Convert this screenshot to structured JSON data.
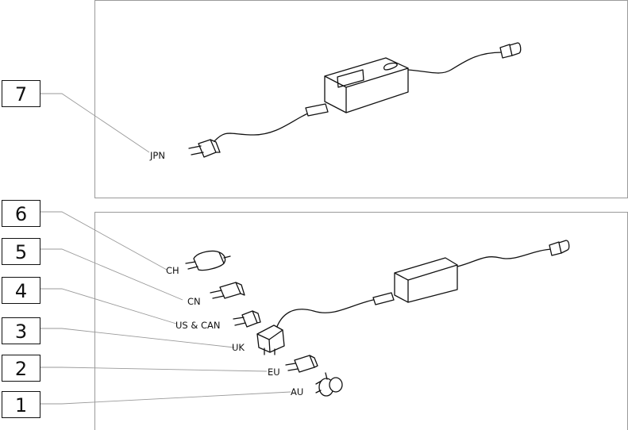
{
  "callouts": [
    {
      "number": "7",
      "label": "JPN"
    },
    {
      "number": "6",
      "label": "CH"
    },
    {
      "number": "5",
      "label": "CN"
    },
    {
      "number": "4",
      "label": "US & CAN"
    },
    {
      "number": "3",
      "label": "UK"
    },
    {
      "number": "2",
      "label": "EU"
    },
    {
      "number": "1",
      "label": "AU"
    }
  ]
}
